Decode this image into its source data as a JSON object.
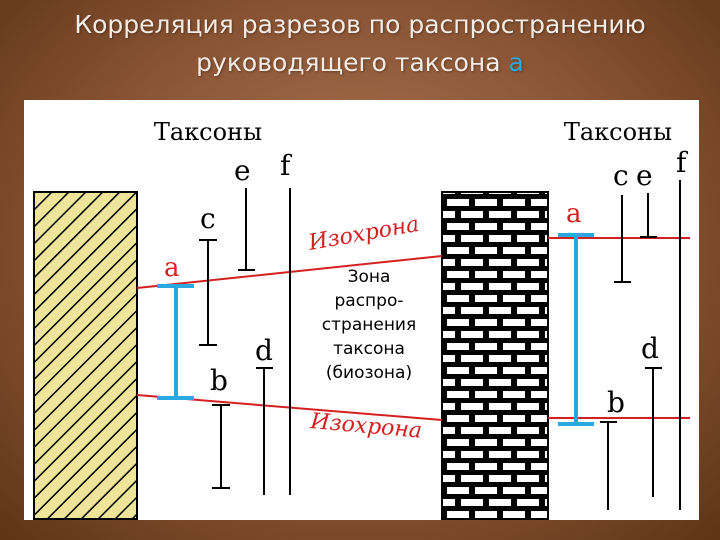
{
  "title": {
    "line1": "Корреляция разрезов по распространению",
    "line2_prefix": "руководящего таксона ",
    "line2_accent": "а"
  },
  "colors": {
    "background": "#8a5535",
    "title_text": "#f3ebe4",
    "accent_blue": "#2aa8e0",
    "isochrone_red": "#d42020",
    "label_red": "#d42020",
    "section_left_fill": "#efe59a"
  },
  "diagram": {
    "left_header": "Таксоны",
    "right_header": "Таксоны",
    "isochrone_top": "Изохрона",
    "isochrone_bottom": "Изохрона",
    "zone_text": [
      "Зона",
      "распро-",
      "странения",
      "таксона",
      "(биозона)"
    ],
    "left_taxa": {
      "a": "a",
      "b": "b",
      "c": "c",
      "d": "d",
      "e": "e",
      "f": "f"
    },
    "right_taxa": {
      "a": "a",
      "b": "b",
      "c": "c",
      "d": "d",
      "e": "e",
      "f": "f"
    }
  }
}
